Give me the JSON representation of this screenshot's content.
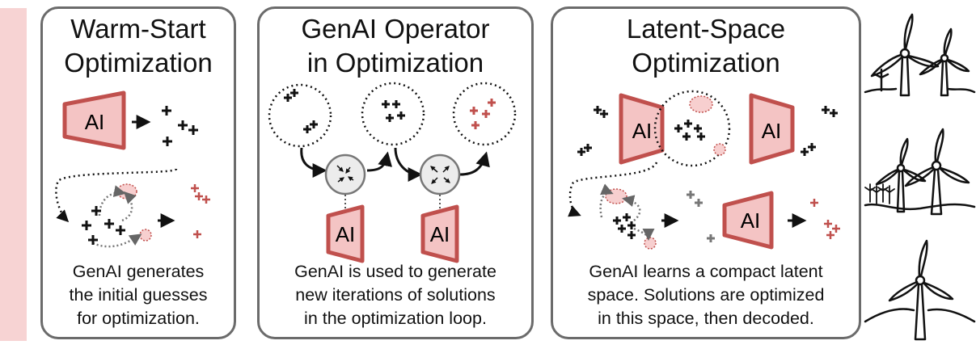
{
  "panels": [
    {
      "title": [
        "Warm-Start",
        "Optimization"
      ],
      "caption": [
        "GenAI generates",
        "the initial guesses",
        "for optimization."
      ]
    },
    {
      "title": [
        "GenAI Operator",
        "in Optimization"
      ],
      "caption": [
        "GenAI is used to generate",
        "new iterations of solutions",
        "in the optimization loop."
      ]
    },
    {
      "title": [
        "Latent-Space",
        "Optimization"
      ],
      "caption": [
        "GenAI learns a compact latent",
        "space. Solutions are optimized",
        "in this space, then decoded."
      ]
    }
  ],
  "ai_label": "AI",
  "colors": {
    "accent": "#c0504d",
    "ai_fill": "#f4c4c4",
    "blob_fill": "#f7cfcf",
    "panel_border": "#6b6b6b",
    "sidebar": "#f7d3d3",
    "operator_fill": "#ececec"
  },
  "icons": [
    "ai-model-icon",
    "plus-icon",
    "arrow-icon",
    "wind-turbine-icon"
  ]
}
